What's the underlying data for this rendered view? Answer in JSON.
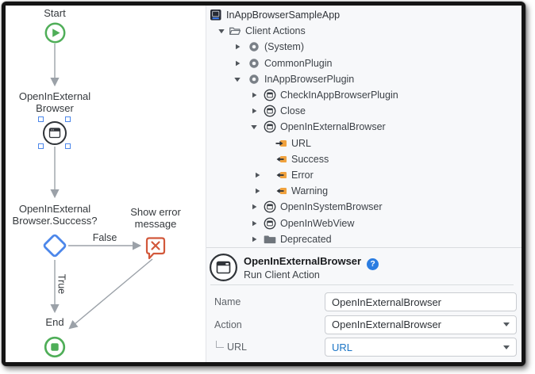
{
  "flow": {
    "start_label": "Start",
    "action_label_line1": "OpenInExternal",
    "action_label_line2": "Browser",
    "if_label_line1": "OpenInExternal",
    "if_label_line2": "Browser.Success?",
    "edge_false_label": "False",
    "edge_true_label": "True",
    "error_label_line1": "Show error",
    "error_label_line2": "message",
    "end_label": "End"
  },
  "tree": {
    "root_label": "InAppBrowserSampleApp",
    "items": [
      {
        "label": "Client Actions",
        "icon": "folder-open-icon",
        "expand": "open",
        "level": 1
      },
      {
        "label": "(System)",
        "icon": "plugin-icon",
        "expand": "closed",
        "level": 2
      },
      {
        "label": "CommonPlugin",
        "icon": "plugin-icon",
        "expand": "closed",
        "level": 2
      },
      {
        "label": "InAppBrowserPlugin",
        "icon": "plugin-icon",
        "expand": "open",
        "level": 2
      },
      {
        "label": "CheckInAppBrowserPlugin",
        "icon": "client-action-icon",
        "expand": "closed",
        "level": 3
      },
      {
        "label": "Close",
        "icon": "client-action-icon",
        "expand": "closed",
        "level": 3
      },
      {
        "label": "OpenInExternalBrowser",
        "icon": "client-action-icon",
        "expand": "open",
        "level": 3
      },
      {
        "label": "URL",
        "icon": "input-parameter-icon",
        "expand": "none",
        "level": 4
      },
      {
        "label": "Success",
        "icon": "output-parameter-icon",
        "expand": "none",
        "level": 4
      },
      {
        "label": "Error",
        "icon": "output-parameter-icon",
        "expand": "closed",
        "level": 4
      },
      {
        "label": "Warning",
        "icon": "output-parameter-icon",
        "expand": "closed",
        "level": 4
      },
      {
        "label": "OpenInSystemBrowser",
        "icon": "client-action-icon",
        "expand": "closed",
        "level": 3
      },
      {
        "label": "OpenInWebView",
        "icon": "client-action-icon",
        "expand": "closed",
        "level": 3
      },
      {
        "label": "Deprecated",
        "icon": "folder-closed-icon",
        "expand": "closed",
        "level": 3
      }
    ]
  },
  "properties": {
    "title": "OpenInExternalBrowser",
    "subtitle": "Run Client Action",
    "help_label": "?",
    "fields": [
      {
        "label": "Name",
        "value": "OpenInExternalBrowser",
        "control": "text",
        "nested": false,
        "expression": false
      },
      {
        "label": "Action",
        "value": "OpenInExternalBrowser",
        "control": "dropdown",
        "nested": false,
        "expression": false
      },
      {
        "label": "URL",
        "value": "URL",
        "control": "dropdown",
        "nested": true,
        "expression": true
      }
    ]
  },
  "colors": {
    "node_green": "#4fae58",
    "diamond_blue": "#4c87ea",
    "error_red": "#d2583b",
    "parameter_orange": "#f0a23e",
    "help_blue": "#2b7de1",
    "expression_blue": "#1b75c6",
    "arrow_gray": "#9ba1a8"
  }
}
